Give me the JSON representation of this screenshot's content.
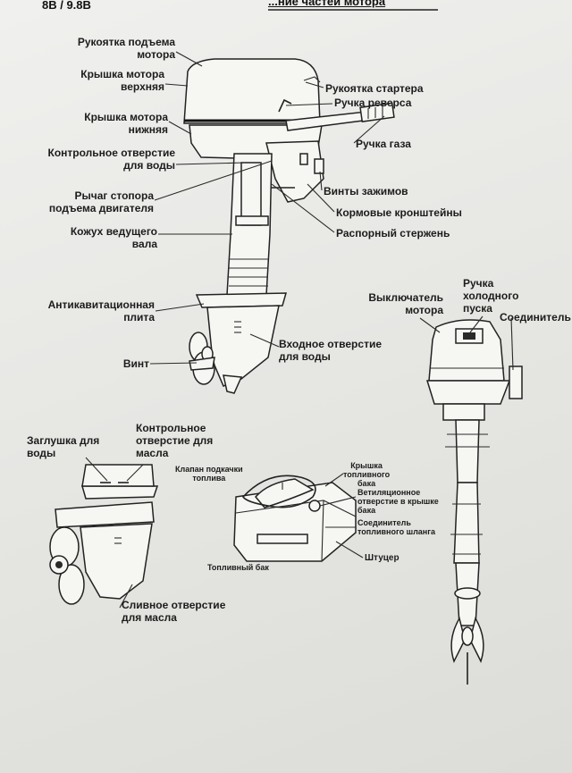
{
  "header": {
    "model": "8B / 9.8B",
    "section_title": "...ние частей мотора"
  },
  "main_diagram": {
    "labels": [
      {
        "id": "lift-handle",
        "lines": [
          "Рукоятка подъема",
          "мотора"
        ]
      },
      {
        "id": "upper-cover",
        "lines": [
          "Крышка мотора",
          "верхняя"
        ]
      },
      {
        "id": "lower-cover",
        "lines": [
          "Крышка мотора",
          "нижняя"
        ]
      },
      {
        "id": "water-check-hole",
        "lines": [
          "Контрольное отверстие",
          "для воды"
        ]
      },
      {
        "id": "tilt-lock-lever",
        "lines": [
          "Рычаг стопора",
          "подъема двигателя"
        ]
      },
      {
        "id": "drive-shaft-housing",
        "lines": [
          "Кожух ведущего",
          "вала"
        ]
      },
      {
        "id": "anti-cavitation-plate",
        "lines": [
          "Антикавитационная",
          "плита"
        ]
      },
      {
        "id": "propeller",
        "lines": [
          "Винт"
        ]
      },
      {
        "id": "starter-handle",
        "lines": [
          "Рукоятка стартера"
        ]
      },
      {
        "id": "reverse-handle",
        "lines": [
          "Ручка реверса"
        ]
      },
      {
        "id": "throttle-grip",
        "lines": [
          "Ручка газа"
        ]
      },
      {
        "id": "clamp-screws",
        "lines": [
          "Винты зажимов"
        ]
      },
      {
        "id": "stern-brackets",
        "lines": [
          "Кормовые кронштейны"
        ]
      },
      {
        "id": "thrust-rod",
        "lines": [
          "Распорный стержень"
        ]
      },
      {
        "id": "water-intake",
        "lines": [
          "Входное отверстие",
          "для воды"
        ]
      }
    ]
  },
  "side_diagram": {
    "labels": [
      {
        "id": "kill-switch",
        "lines": [
          "Выключатель",
          "мотора"
        ]
      },
      {
        "id": "choke-knob",
        "lines": [
          "Ручка",
          "холодного",
          "пуска"
        ]
      },
      {
        "id": "connector",
        "lines": [
          "Соединитель"
        ]
      }
    ]
  },
  "gearcase_diagram": {
    "labels": [
      {
        "id": "water-plug",
        "lines": [
          "Заглушка для",
          "воды"
        ]
      },
      {
        "id": "oil-check-hole",
        "lines": [
          "Контрольное",
          "отверстие для",
          "масла"
        ]
      },
      {
        "id": "oil-drain-hole",
        "lines": [
          "Сливное отверстие",
          "для масла"
        ]
      }
    ]
  },
  "fuel_tank_diagram": {
    "labels": [
      {
        "id": "primer-valve",
        "lines": [
          "Клапан подкачки",
          "топлива"
        ]
      },
      {
        "id": "tank-cap",
        "lines": [
          "Крышка",
          "топливного",
          "бака"
        ]
      },
      {
        "id": "vent-hole",
        "lines": [
          "Ветиляционное",
          "отверстие в крышке",
          "бака"
        ]
      },
      {
        "id": "hose-connector",
        "lines": [
          "Соединитель",
          "топливного шланга"
        ]
      },
      {
        "id": "fitting",
        "lines": [
          "Штуцер"
        ]
      },
      {
        "id": "fuel-tank",
        "lines": [
          "Топливный бак"
        ]
      }
    ]
  },
  "colors": {
    "paper": "#ececea",
    "ink": "#1c1c1c"
  }
}
